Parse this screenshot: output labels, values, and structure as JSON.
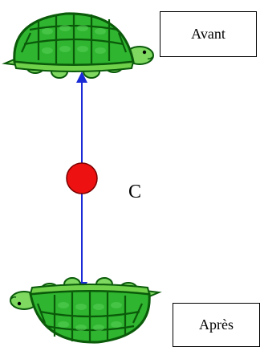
{
  "labels": {
    "before": "Avant",
    "after": "Après",
    "center": "C"
  },
  "colors": {
    "shell_dark": "#0a5a0a",
    "shell_light": "#2fb52f",
    "skin": "#7fd860",
    "arrow": "#1a2bd6",
    "center_point": "#ee1111"
  },
  "icons": {
    "top_turtle": "turtle-upright",
    "bottom_turtle": "turtle-upside-down",
    "center_point": "red-circle",
    "arrows": "double-arrow-vertical"
  }
}
